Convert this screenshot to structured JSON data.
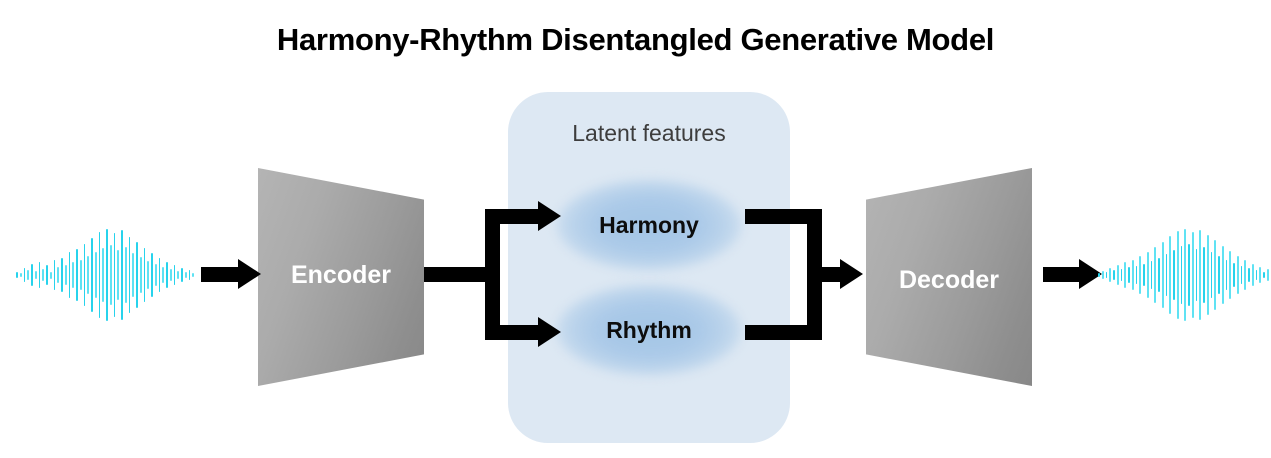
{
  "figure": {
    "title": "Harmony-Rhythm Disentangled Generative Model",
    "background": "#ffffff"
  },
  "latent_panel": {
    "label": "Latent features",
    "fill_color": "#dde8f3",
    "blobs": [
      {
        "name": "harmony",
        "label": "Harmony",
        "color": "#a4c6e6"
      },
      {
        "name": "rhythm",
        "label": "Rhythm",
        "color": "#a4c6e6"
      }
    ]
  },
  "blocks": [
    {
      "name": "encoder",
      "label": "Encoder",
      "fill_color": "#9b9b9b",
      "text_color": "#ffffff"
    },
    {
      "name": "decoder",
      "label": "Decoder",
      "fill_color": "#9b9b9b",
      "text_color": "#ffffff"
    }
  ],
  "connectors": {
    "color": "#000000",
    "flow": [
      "input-waveform",
      "encoder",
      "split",
      "harmony",
      "rhythm",
      "merge",
      "decoder",
      "output-waveform"
    ]
  },
  "waveforms": {
    "color": "#27d3ec",
    "highlight_color": "#5fe2f3",
    "input": {
      "name": "input-waveform",
      "bar_heights": [
        6,
        4,
        14,
        10,
        22,
        8,
        26,
        12,
        20,
        7,
        30,
        16,
        34,
        20,
        46,
        26,
        52,
        30,
        62,
        38,
        74,
        46,
        86,
        54,
        92,
        60,
        84,
        50,
        90,
        56,
        76,
        44,
        66,
        36,
        54,
        28,
        44,
        22,
        34,
        16,
        26,
        12,
        20,
        8,
        14,
        6,
        10,
        4
      ]
    },
    "output": {
      "name": "output-waveform",
      "bar_heights": [
        4,
        8,
        6,
        14,
        10,
        20,
        12,
        26,
        16,
        30,
        18,
        38,
        22,
        46,
        28,
        56,
        34,
        66,
        42,
        78,
        50,
        88,
        58,
        92,
        62,
        86,
        52,
        90,
        56,
        80,
        46,
        70,
        38,
        58,
        30,
        48,
        24,
        38,
        18,
        30,
        14,
        22,
        10,
        16,
        6,
        12,
        8,
        4
      ]
    }
  }
}
